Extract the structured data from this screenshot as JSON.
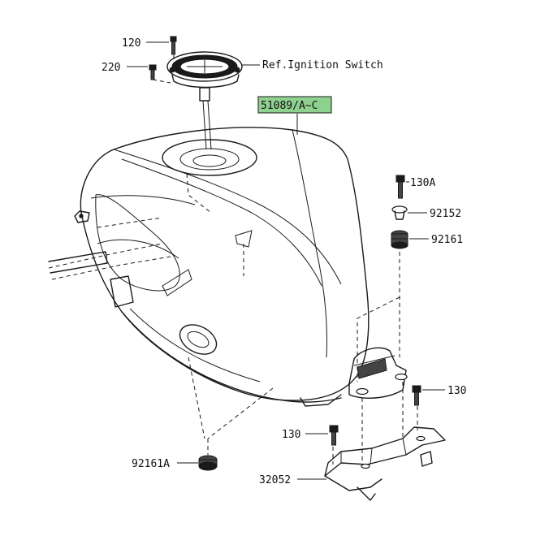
{
  "callouts": {
    "bolt_120": "120",
    "screw_220": "220",
    "ignition_ref": "Ref.Ignition Switch",
    "tank_51089": "51089/A~C",
    "bolt_130a": "130A",
    "collar_92152": "92152",
    "damper_92161": "92161",
    "bolt_130_right": "130",
    "bolt_130_left": "130",
    "damper_92161a": "92161A",
    "bracket_32052": "32052"
  },
  "colors": {
    "highlight": "#8fd18f",
    "line": "#1a1a1a"
  }
}
